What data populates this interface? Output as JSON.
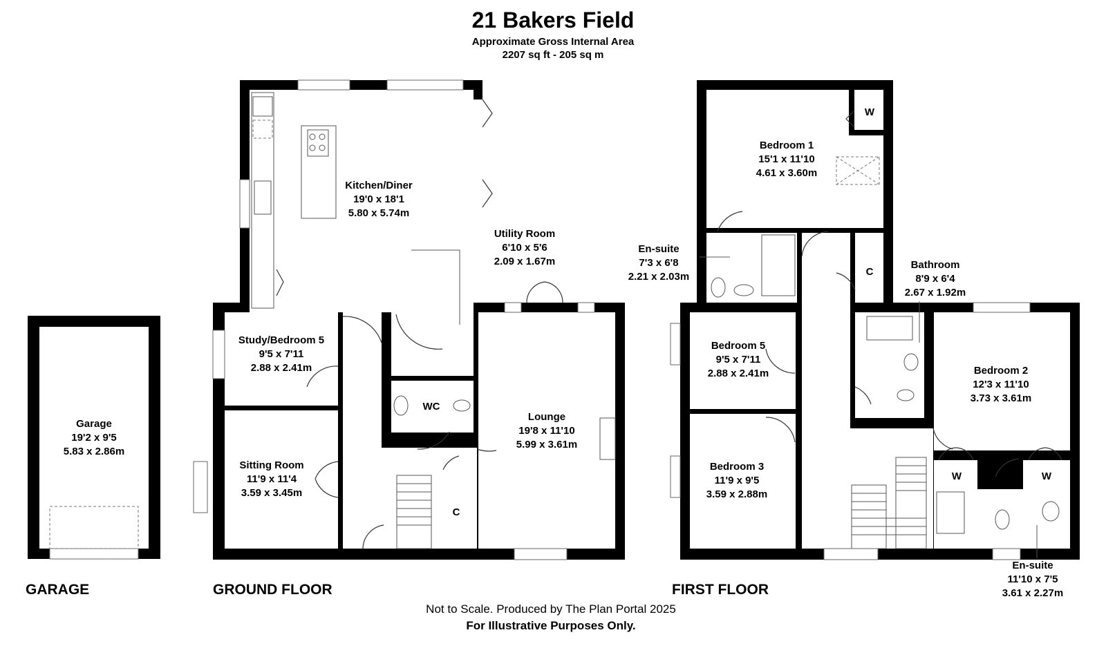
{
  "title": "21 Bakers Field",
  "subtitle": "Approximate Gross Internal Area",
  "area": "2207 sq ft - 205 sq m",
  "floors": {
    "garage": "GARAGE",
    "ground": "GROUND FLOOR",
    "first": "FIRST FLOOR"
  },
  "footer": {
    "line1": "Not to Scale. Produced by The Plan Portal 2025",
    "line2": "For Illustrative Purposes Only."
  },
  "rooms": {
    "garage": {
      "name": "Garage",
      "imperial": "19'2 x 9'5",
      "metric": "5.83 x 2.86m"
    },
    "kitchen": {
      "name": "Kitchen/Diner",
      "imperial": "19'0 x 18'1",
      "metric": "5.80 x 5.74m"
    },
    "utility": {
      "name": "Utility Room",
      "imperial": "6'10 x 5'6",
      "metric": "2.09 x 1.67m"
    },
    "study": {
      "name": "Study/Bedroom 5",
      "imperial": "9'5 x 7'11",
      "metric": "2.88 x 2.41m"
    },
    "sitting": {
      "name": "Sitting Room",
      "imperial": "11'9 x 11'4",
      "metric": "3.59 x 3.45m"
    },
    "lounge": {
      "name": "Lounge",
      "imperial": "19'8 x 11'10",
      "metric": "5.99 x 3.61m"
    },
    "wc": {
      "name": "WC"
    },
    "gf_cupboard": {
      "name": "C"
    },
    "bedroom1": {
      "name": "Bedroom 1",
      "imperial": "15'1 x 11'10",
      "metric": "4.61 x 3.60m"
    },
    "ensuite1": {
      "name": "En-suite",
      "imperial": "7'3 x 6'8",
      "metric": "2.21 x 2.03m"
    },
    "bathroom": {
      "name": "Bathroom",
      "imperial": "8'9 x 6'4",
      "metric": "2.67 x 1.92m"
    },
    "bedroom5": {
      "name": "Bedroom 5",
      "imperial": "9'5 x 7'11",
      "metric": "2.88 x 2.41m"
    },
    "bedroom2": {
      "name": "Bedroom 2",
      "imperial": "12'3 x 11'10",
      "metric": "3.73 x 3.61m"
    },
    "bedroom3": {
      "name": "Bedroom 3",
      "imperial": "11'9 x 9'5",
      "metric": "3.59 x 2.88m"
    },
    "ensuite2": {
      "name": "En-suite",
      "imperial": "11'10 x 7'5",
      "metric": "3.61 x 2.27m"
    },
    "ff_cupboard": {
      "name": "C"
    },
    "wardrobe1": {
      "name": "W"
    },
    "wardrobe2": {
      "name": "W"
    },
    "wardrobe3": {
      "name": "W"
    }
  }
}
